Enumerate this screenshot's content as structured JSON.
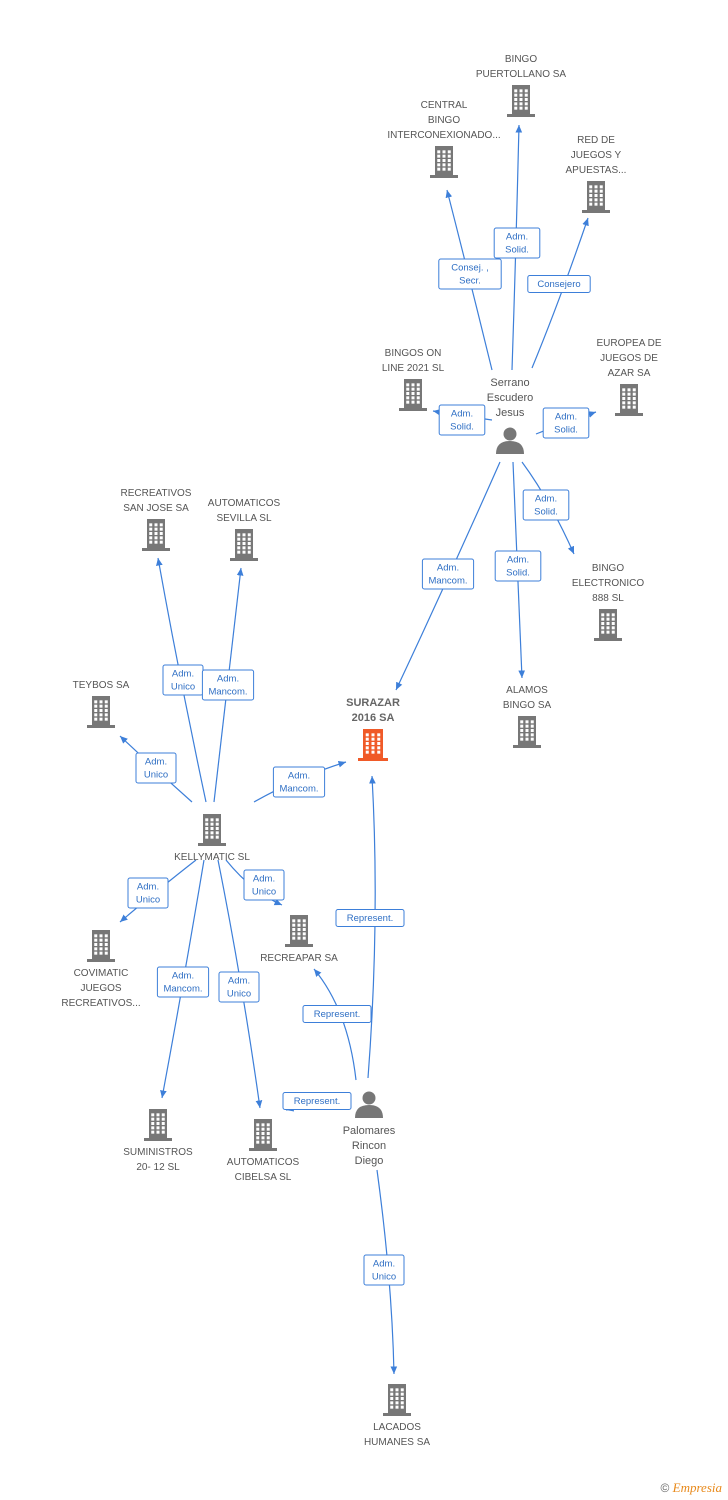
{
  "colors": {
    "edge": "#3d7fd9",
    "building": "#777777",
    "main_building": "#f05a28",
    "person": "#777777"
  },
  "nodes": [
    {
      "id": "bingo_puertollano",
      "type": "company",
      "label": [
        "BINGO",
        "PUERTOLLANO SA"
      ]
    },
    {
      "id": "central_bingo",
      "type": "company",
      "label": [
        "CENTRAL",
        "BINGO",
        "INTERCONEXIONADO..."
      ]
    },
    {
      "id": "red_juegos",
      "type": "company",
      "label": [
        "RED DE",
        "JUEGOS Y",
        "APUESTAS..."
      ]
    },
    {
      "id": "bingos_online",
      "type": "company",
      "label": [
        "BINGOS ON",
        "LINE 2021 SL"
      ]
    },
    {
      "id": "europea_juegos",
      "type": "company",
      "label": [
        "EUROPEA DE",
        "JUEGOS DE",
        "AZAR SA"
      ]
    },
    {
      "id": "serrano",
      "type": "person",
      "label": [
        "Serrano",
        "Escudero",
        "Jesus"
      ]
    },
    {
      "id": "recreativos_sanjose",
      "type": "company",
      "label": [
        "RECREATIVOS",
        "SAN JOSE SA"
      ]
    },
    {
      "id": "automaticos_sevilla",
      "type": "company",
      "label": [
        "AUTOMATICOS",
        "SEVILLA SL"
      ]
    },
    {
      "id": "bingo_electronico",
      "type": "company",
      "label": [
        "BINGO",
        "ELECTRONICO",
        "888 SL"
      ]
    },
    {
      "id": "teybos",
      "type": "company",
      "label": [
        "TEYBOS SA"
      ]
    },
    {
      "id": "surazar",
      "type": "main",
      "label": [
        "SURAZAR",
        "2016 SA"
      ]
    },
    {
      "id": "alamos_bingo",
      "type": "company",
      "label": [
        "ALAMOS",
        "BINGO SA"
      ]
    },
    {
      "id": "kellymatic",
      "type": "company",
      "label": [
        "KELLYMATIC  SL"
      ]
    },
    {
      "id": "covimatic",
      "type": "company",
      "label": [
        "COVIMATIC",
        "JUEGOS",
        "RECREATIVOS..."
      ]
    },
    {
      "id": "recreapar",
      "type": "company",
      "label": [
        "RECREAPAR SA"
      ]
    },
    {
      "id": "palomares",
      "type": "person",
      "label": [
        "Palomares",
        "Rincon",
        "Diego"
      ]
    },
    {
      "id": "suministros",
      "type": "company",
      "label": [
        "SUMINISTROS",
        "20- 12 SL"
      ]
    },
    {
      "id": "automaticos_cibelsa",
      "type": "company",
      "label": [
        "AUTOMATICOS",
        "CIBELSA SL"
      ]
    },
    {
      "id": "lacados_humanes",
      "type": "company",
      "label": [
        "LACADOS",
        "HUMANES SA"
      ]
    }
  ],
  "edges": [
    {
      "from": "serrano",
      "to": "central_bingo",
      "label": [
        "Consej. ,",
        "Secr."
      ]
    },
    {
      "from": "serrano",
      "to": "bingo_puertollano",
      "label": [
        "Adm.",
        "Solid."
      ]
    },
    {
      "from": "serrano",
      "to": "red_juegos",
      "label": [
        "Consejero"
      ]
    },
    {
      "from": "serrano",
      "to": "bingos_online",
      "label": [
        "Adm.",
        "Solid."
      ]
    },
    {
      "from": "serrano",
      "to": "europea_juegos",
      "label": [
        "Adm.",
        "Solid."
      ]
    },
    {
      "from": "serrano",
      "to": "bingo_electronico",
      "label": [
        "Adm.",
        "Solid."
      ]
    },
    {
      "from": "serrano",
      "to": "alamos_bingo",
      "label": [
        "Adm.",
        "Solid."
      ]
    },
    {
      "from": "serrano",
      "to": "surazar",
      "label": [
        "Adm.",
        "Mancom."
      ]
    },
    {
      "from": "kellymatic",
      "to": "recreativos_sanjose",
      "label": [
        "Adm.",
        "Unico"
      ]
    },
    {
      "from": "kellymatic",
      "to": "automaticos_sevilla",
      "label": [
        "Adm.",
        "Mancom."
      ]
    },
    {
      "from": "kellymatic",
      "to": "teybos",
      "label": [
        "Adm.",
        "Unico"
      ]
    },
    {
      "from": "kellymatic",
      "to": "surazar",
      "label": [
        "Adm.",
        "Mancom."
      ]
    },
    {
      "from": "kellymatic",
      "to": "covimatic",
      "label": [
        "Adm.",
        "Unico"
      ]
    },
    {
      "from": "kellymatic",
      "to": "recreapar",
      "label": [
        "Adm.",
        "Unico"
      ]
    },
    {
      "from": "kellymatic",
      "to": "suministros",
      "label": [
        "Adm.",
        "Mancom."
      ]
    },
    {
      "from": "kellymatic",
      "to": "automaticos_cibelsa",
      "label": [
        "Adm.",
        "Unico"
      ]
    },
    {
      "from": "palomares",
      "to": "surazar",
      "label": [
        "Represent."
      ]
    },
    {
      "from": "palomares",
      "to": "recreapar",
      "label": [
        "Represent."
      ]
    },
    {
      "from": "palomares",
      "to": "kellymatic",
      "label": [
        "Represent."
      ]
    },
    {
      "from": "palomares",
      "to": "lacados_humanes",
      "label": [
        "Adm.",
        "Unico"
      ]
    }
  ],
  "footer": {
    "copyright": "©",
    "brand": "Empresia"
  }
}
